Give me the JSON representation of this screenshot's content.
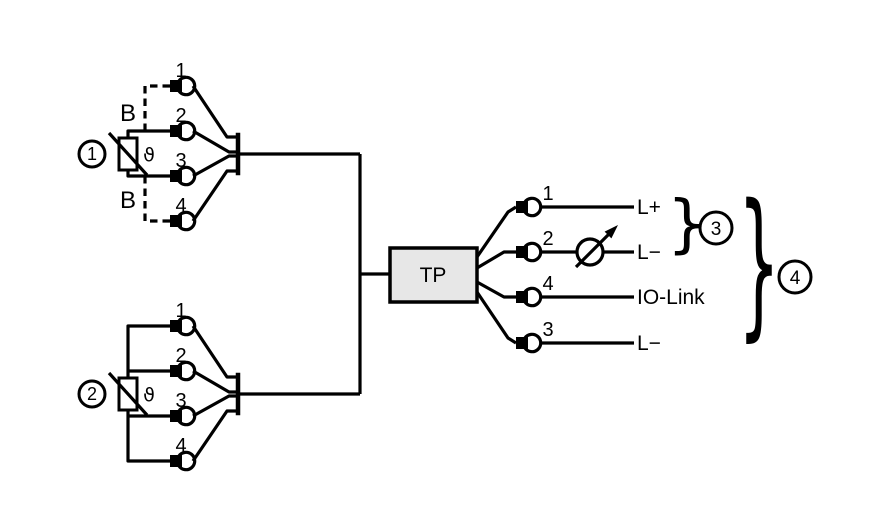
{
  "diagram": {
    "title": "temperature-sensor-io-link-wiring-diagram",
    "colors": {
      "background": "#ffffff",
      "line_color": "#000000",
      "tp_box_fill": "#e7e7e7"
    },
    "sensor1": {
      "ref": "1",
      "theta": "ϑ",
      "bridge_top": "B",
      "bridge_bottom": "B",
      "pins": [
        "1",
        "2",
        "3",
        "4"
      ]
    },
    "sensor2": {
      "ref": "2",
      "theta": "ϑ",
      "pins": [
        "1",
        "2",
        "3",
        "4"
      ]
    },
    "tp": {
      "label": "TP"
    },
    "port": {
      "pins": [
        {
          "number": "1",
          "label": "L+"
        },
        {
          "number": "2",
          "label": "L−"
        },
        {
          "number": "4",
          "label": "IO-Link"
        },
        {
          "number": "3",
          "label": "L−"
        }
      ]
    },
    "group3": {
      "ref": "3",
      "brace": "}"
    },
    "group4": {
      "ref": "4",
      "brace": "}"
    }
  }
}
